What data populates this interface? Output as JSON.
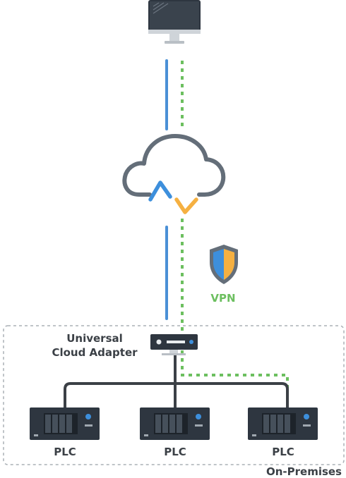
{
  "labels": {
    "adapter_line1": "Universal",
    "adapter_line2": "Cloud Adapter",
    "vpn": "VPN",
    "plc_1": "PLC",
    "plc_2": "PLC",
    "plc_3": "PLC",
    "zone": "On-Premises"
  },
  "colors": {
    "connection_line": "#4a90d6",
    "vpn_tunnel": "#6cbf5f",
    "cloud_outline": "#646e79",
    "logo_blue": "#3d8fdc",
    "logo_orange": "#f5b041",
    "device_dark": "#2e3640",
    "zone_border": "#aab0b6"
  },
  "icons": [
    "monitor-icon",
    "cloud-icon",
    "shield-icon",
    "adapter-device-icon",
    "plc-device-icon"
  ]
}
